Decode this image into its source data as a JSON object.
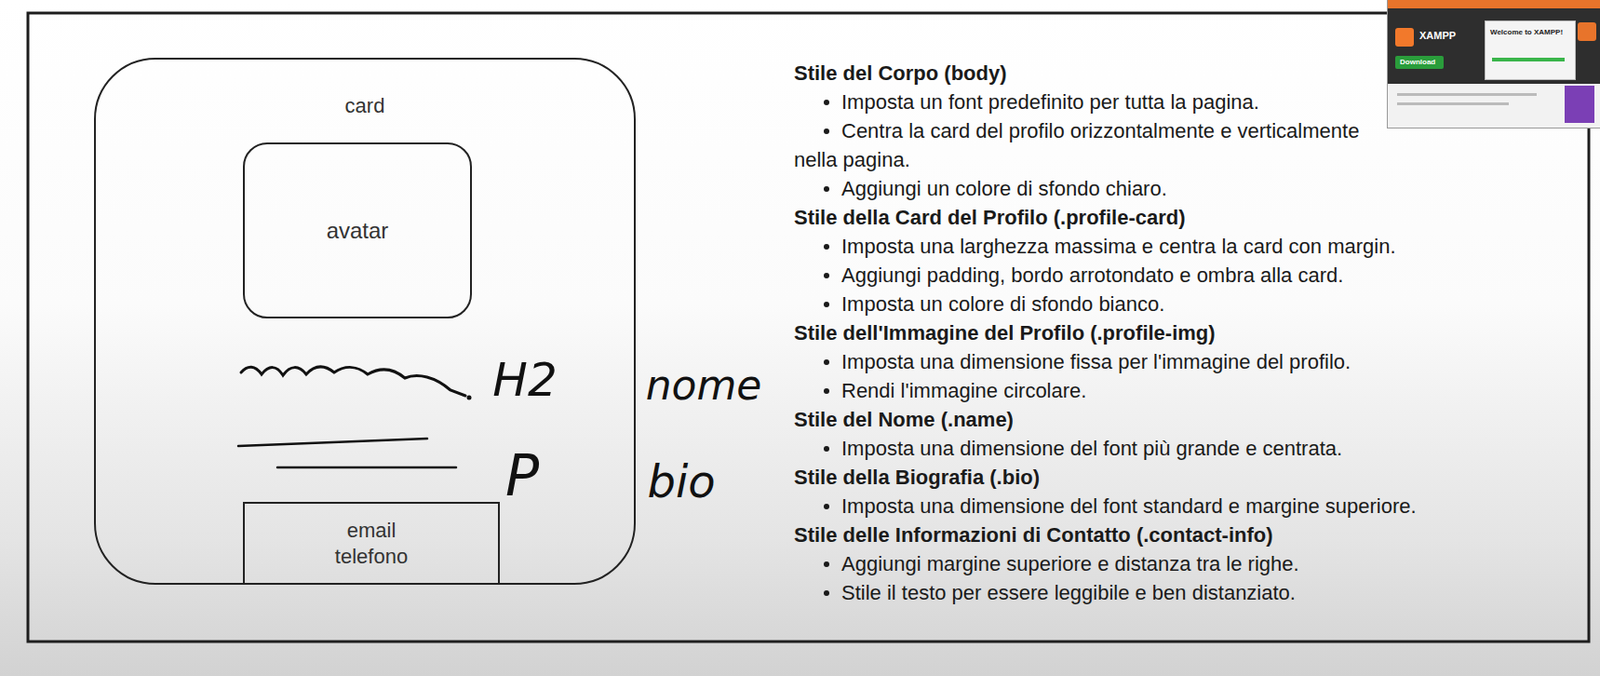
{
  "diagram": {
    "nodes": [
      {
        "text": [
          "card"
        ]
      },
      {
        "text": [
          "avatar"
        ],
        "in": 0
      },
      {
        "text": [
          "email telefono"
        ],
        "in": 0
      }
    ],
    "labels": [
      "H2",
      "nome",
      "P",
      "bio",
      "Stile del Corpo (body)",
      "Imposta un font predefinito per tutta la pagina.",
      "Centra la card del profilo orizzontalmente e verticalmente nella pagina.",
      "Aggiungi un colore di sfondo chiaro.",
      "Stile della Card del Profilo (.profile-card)",
      "Imposta una larghezza massima e centra la card con margin.",
      "Aggiungi padding, bordo arrotondato e ombra alla card.",
      "Imposta un colore di sfondo bianco.",
      "Stile dell'Immagine del Profilo (.profile-img)",
      "Imposta una dimensione fissa per l'immagine del profilo.",
      "Rendi l'immagine circolare.",
      "Stile del Nome (.name)",
      "Imposta una dimensione del font più grande e centrata.",
      "Stile della Biografia (.bio)",
      "Imposta una dimensione del font standard e margine superiore.",
      "Stile delle Informazioni di Contatto (.contact-info)",
      "Aggiungi margine superiore e distanza tra le righe.",
      "Stile il testo per essere leggibile e ben distanziato.",
      "XAMPP",
      "Welcome to XAMPP!",
      "Download"
    ]
  }
}
